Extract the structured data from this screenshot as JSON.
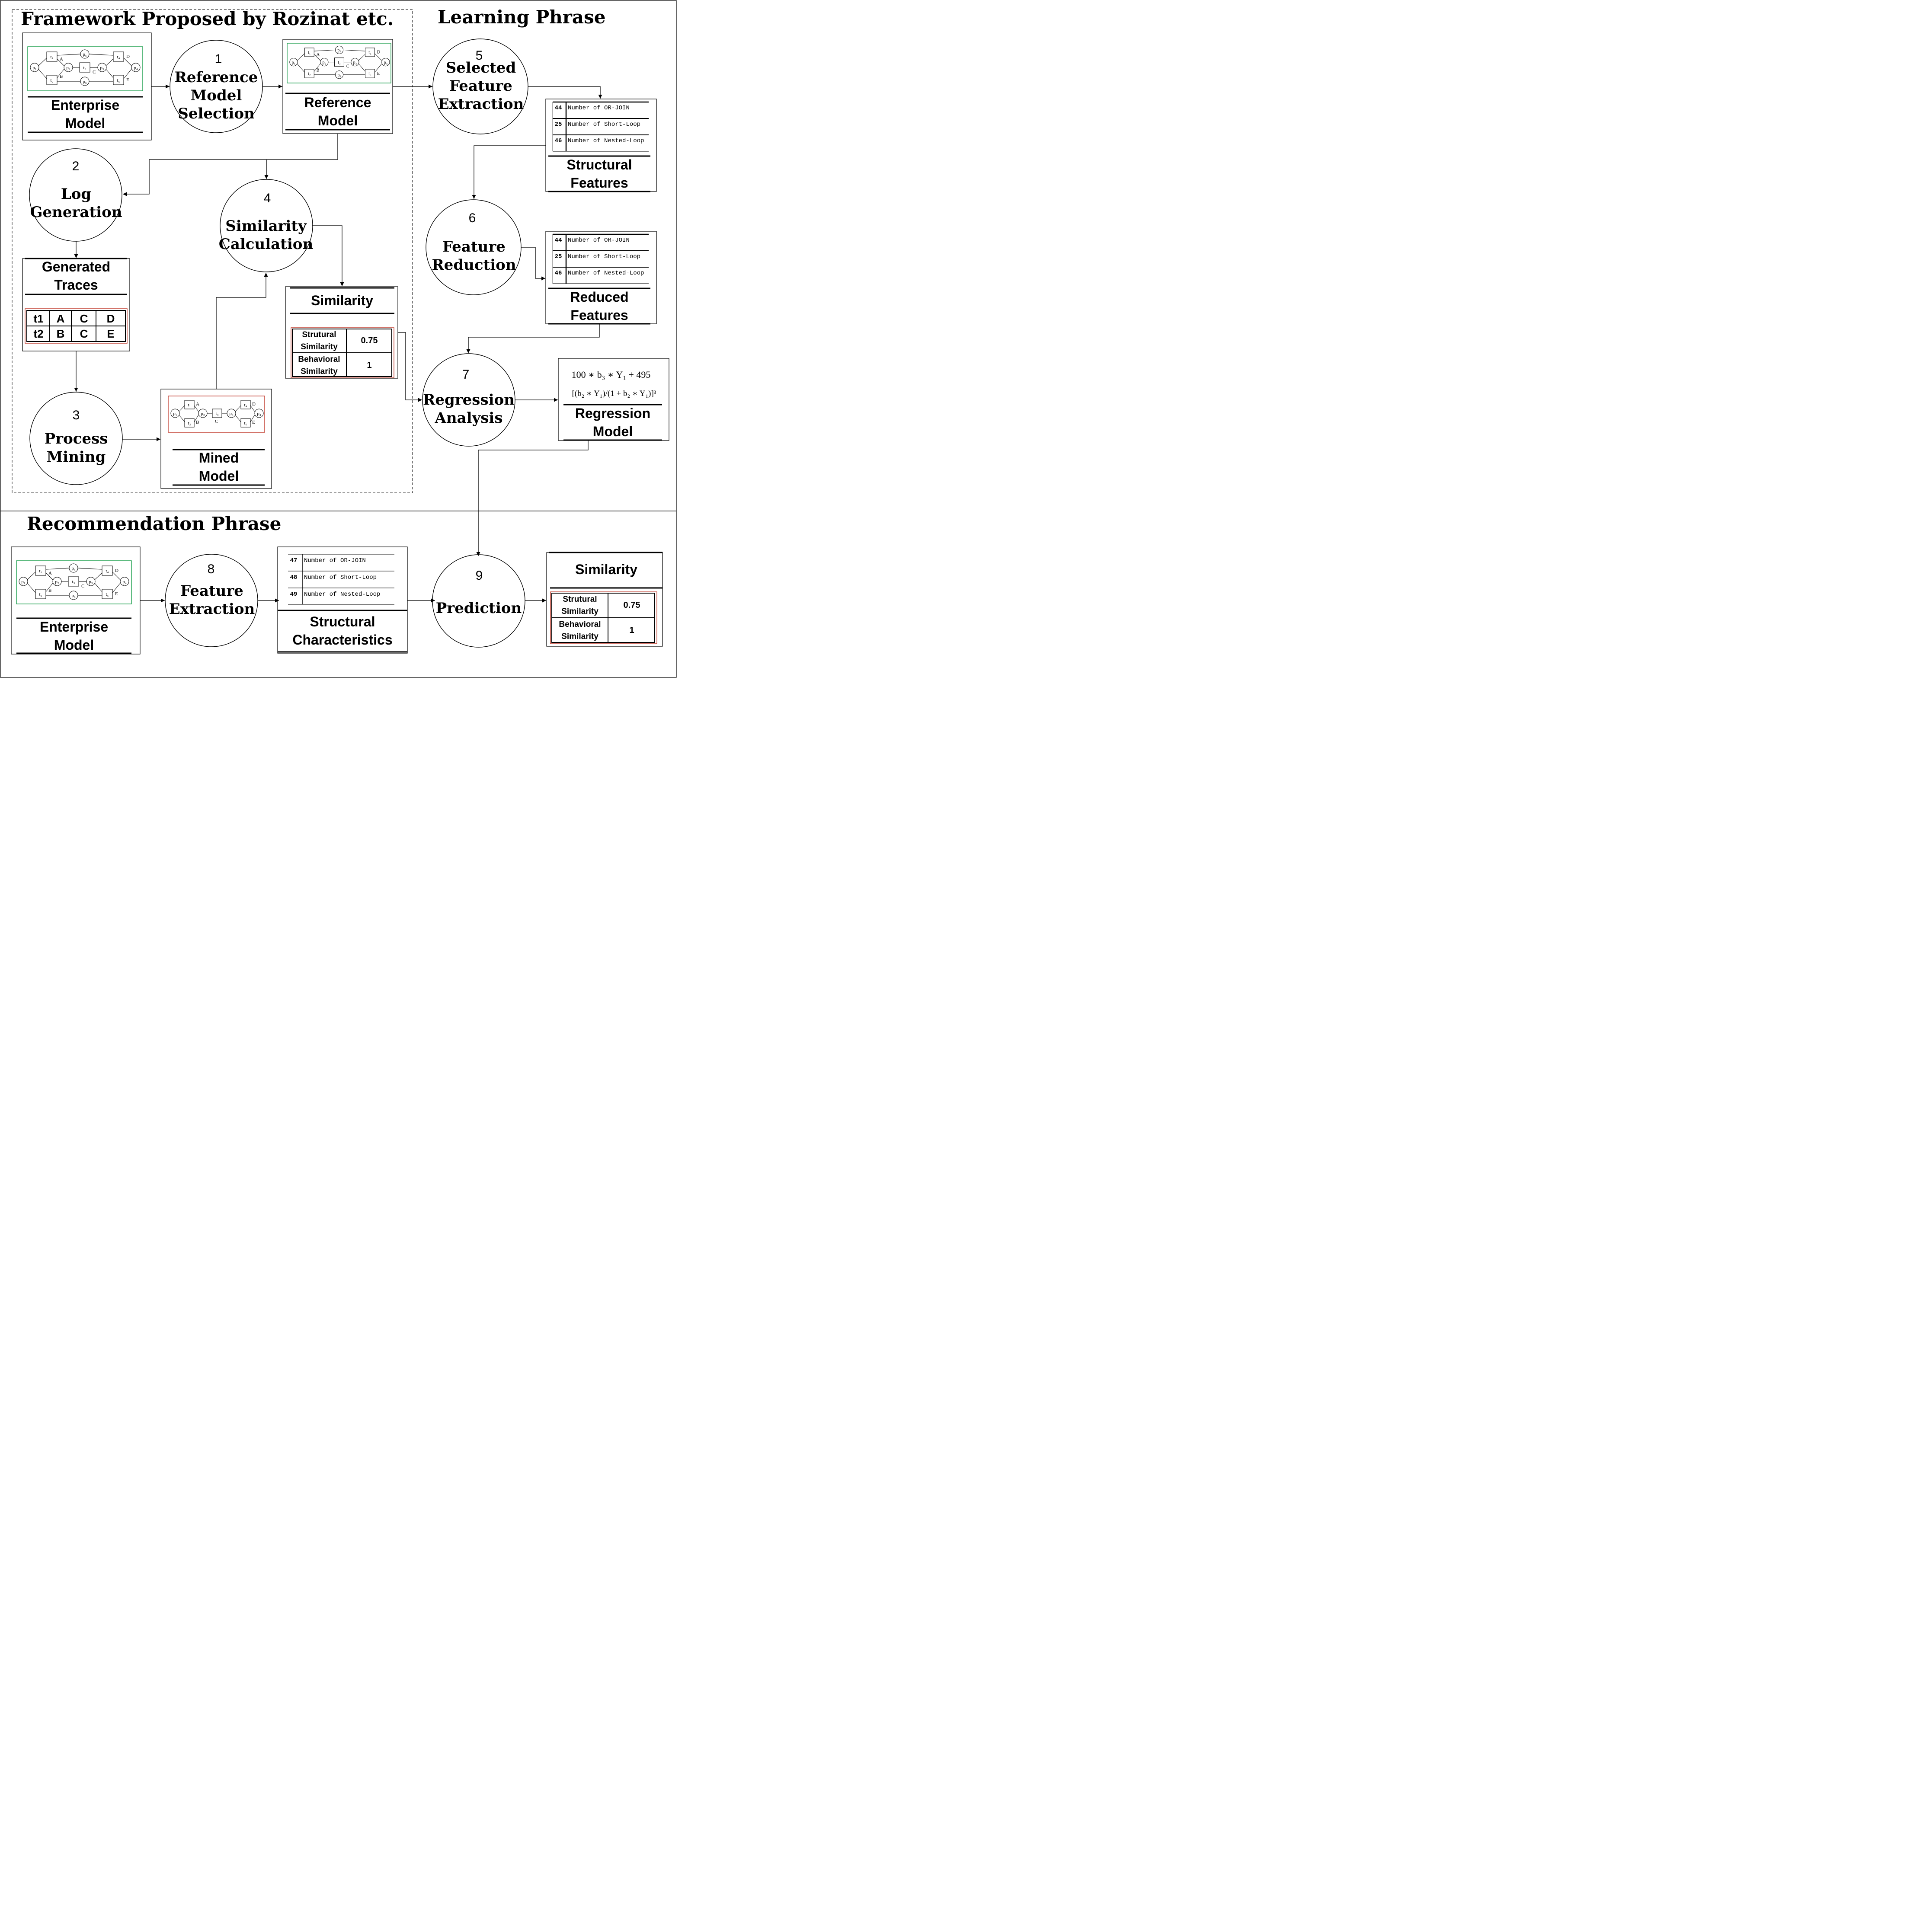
{
  "headers": {
    "framework": "Framework Proposed by Rozinat etc.",
    "learning": "Learning Phrase",
    "recommendation": "Recommendation Phrase"
  },
  "steps": [
    {
      "num": "1",
      "lines": [
        "Reference",
        "Model",
        "Selection"
      ]
    },
    {
      "num": "2",
      "lines": [
        "Log",
        "Generation"
      ]
    },
    {
      "num": "3",
      "lines": [
        "Process",
        "Mining"
      ]
    },
    {
      "num": "4",
      "lines": [
        "Similarity",
        "Calculation"
      ]
    },
    {
      "num": "5",
      "lines": [
        "Selected",
        "Feature",
        "Extraction"
      ]
    },
    {
      "num": "6",
      "lines": [
        "Feature",
        "Reduction"
      ]
    },
    {
      "num": "7",
      "lines": [
        "Regression",
        "Analysis"
      ]
    },
    {
      "num": "8",
      "lines": [
        "Feature",
        "Extraction"
      ]
    },
    {
      "num": "9",
      "lines": [
        "Prediction"
      ]
    }
  ],
  "artifacts": {
    "enterprise_model": [
      "Enterprise",
      "Model"
    ],
    "reference_model": [
      "Reference",
      "Model"
    ],
    "generated_traces": [
      "Generated",
      "Traces"
    ],
    "mined_model": [
      "Mined",
      "Model"
    ],
    "similarity": "Similarity",
    "structural_features": [
      "Structural",
      "Features"
    ],
    "reduced_features": [
      "Reduced",
      "Features"
    ],
    "regression_model": [
      "Regression",
      "Model"
    ],
    "structural_characteristics": [
      "Structural",
      "Characteristics"
    ],
    "similarity_result": "Similarity"
  },
  "traces": [
    [
      "t1",
      "A",
      "C",
      "D"
    ],
    [
      "t2",
      "B",
      "C",
      "E"
    ]
  ],
  "similarity_table": [
    {
      "label": [
        "Strutural",
        "Similarity"
      ],
      "value": "0.75"
    },
    {
      "label": [
        "Behavioral",
        "Similarity"
      ],
      "value": "1"
    }
  ],
  "features_learning": [
    {
      "id": "44",
      "name": "Number of OR-JOIN"
    },
    {
      "id": "25",
      "name": "Number of Short-Loop"
    },
    {
      "id": "46",
      "name": "Number of Nested-Loop"
    }
  ],
  "features_recommend": [
    {
      "id": "47",
      "name": "Number of OR-JOIN"
    },
    {
      "id": "48",
      "name": "Number of Short-Loop"
    },
    {
      "id": "49",
      "name": "Number of Nested-Loop"
    }
  ],
  "regression": {
    "line1": "100 ∗ b₃ ∗ Y₁ + 495",
    "line2": "[(b₂ ∗ Y₁)/(1 + b₂ ∗ Y₁)]³"
  },
  "petri": {
    "places": [
      "p1",
      "p2",
      "p3",
      "p4",
      "p5",
      "p6"
    ],
    "transitions": [
      "t1",
      "t2",
      "t3",
      "t4",
      "t5"
    ],
    "labels": [
      "A",
      "B",
      "C",
      "D",
      "E"
    ]
  },
  "colors": {
    "ink": "#000000",
    "green_frame": "#1a9e4b",
    "red_frame": "#c0392b"
  }
}
